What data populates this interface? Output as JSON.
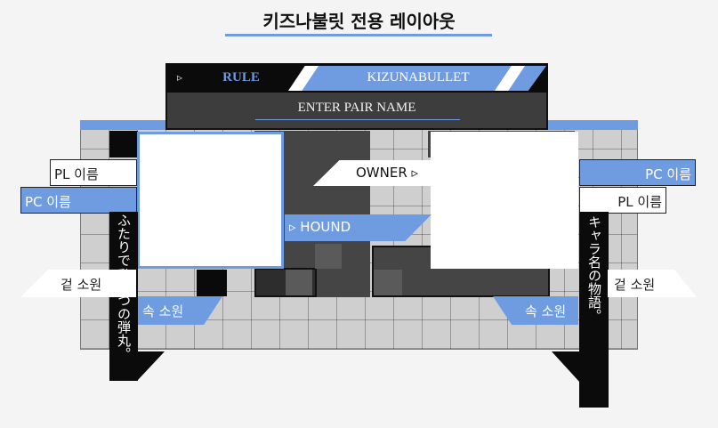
{
  "page": {
    "title": "키즈나불릿 전용 레이아웃"
  },
  "header": {
    "rule_label": "RULE",
    "system_label": "KIZUNABULLET",
    "pair_name": "ENTER PAIR NAME",
    "arrow_icon": "▹"
  },
  "left_side": {
    "pl_name": "PL 이름",
    "pc_name": "PC 이름",
    "vertical_text": "ふたりでひとつの弾丸。",
    "outer_wish": "겉 소원",
    "inner_wish": "속 소원"
  },
  "right_side": {
    "pc_name": "PC 이름",
    "pl_name": "PL 이름",
    "vertical_text": "キャラ名の物語。",
    "outer_wish": "겉 소원",
    "inner_wish": "속 소원"
  },
  "roles": {
    "owner": "OWNER ▹",
    "hound": "▹ HOUND"
  },
  "colors": {
    "accent": "#6f9be0",
    "dark": "#3d3d3d",
    "black": "#0b0b0b",
    "board": "#cfcfcf"
  }
}
